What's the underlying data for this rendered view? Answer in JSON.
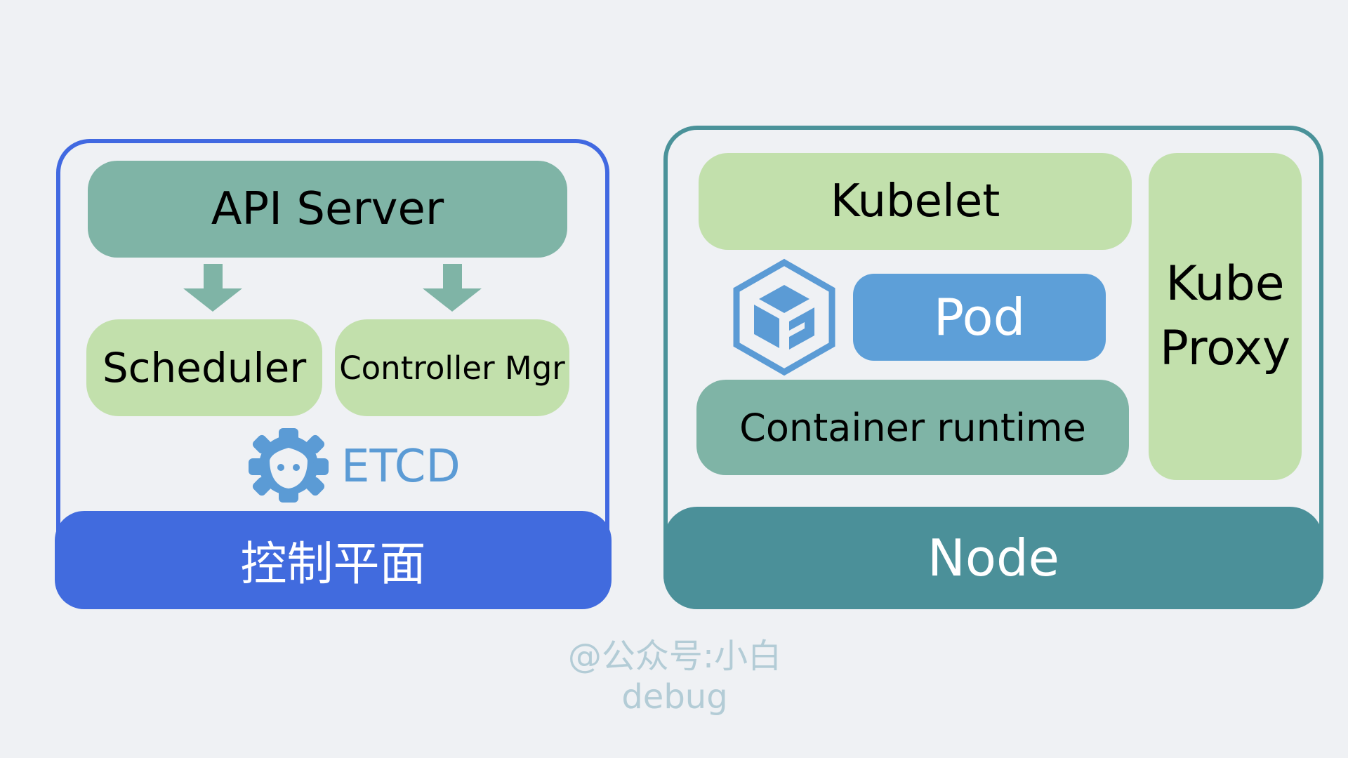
{
  "control_plane": {
    "api_server": "API Server",
    "scheduler": "Scheduler",
    "controller_mgr": "Controller Mgr",
    "etcd": "ETCD",
    "footer": "控制平面"
  },
  "node": {
    "kubelet": "Kubelet",
    "pod": "Pod",
    "container_runtime": "Container runtime",
    "kube_proxy_line1": "Kube",
    "kube_proxy_line2": "Proxy",
    "footer": "Node"
  },
  "watermark": "@公众号:小白debug",
  "colors": {
    "control_plane_border": "#4169e1",
    "node_border": "#4a9299",
    "api_server_fill": "#7fb4a6",
    "light_green": "#c2e0ac",
    "pod_fill": "#5d9fd8",
    "etcd_blue": "#5b9bd5",
    "control_footer_fill": "#416bde",
    "node_footer_fill": "#4b9099",
    "watermark": "#b3ccd6"
  },
  "icons": {
    "etcd_logo": "etcd-logo-icon",
    "arrow": "down-arrow-icon",
    "container_runtime_logo": "container-runtime-logo-icon"
  }
}
